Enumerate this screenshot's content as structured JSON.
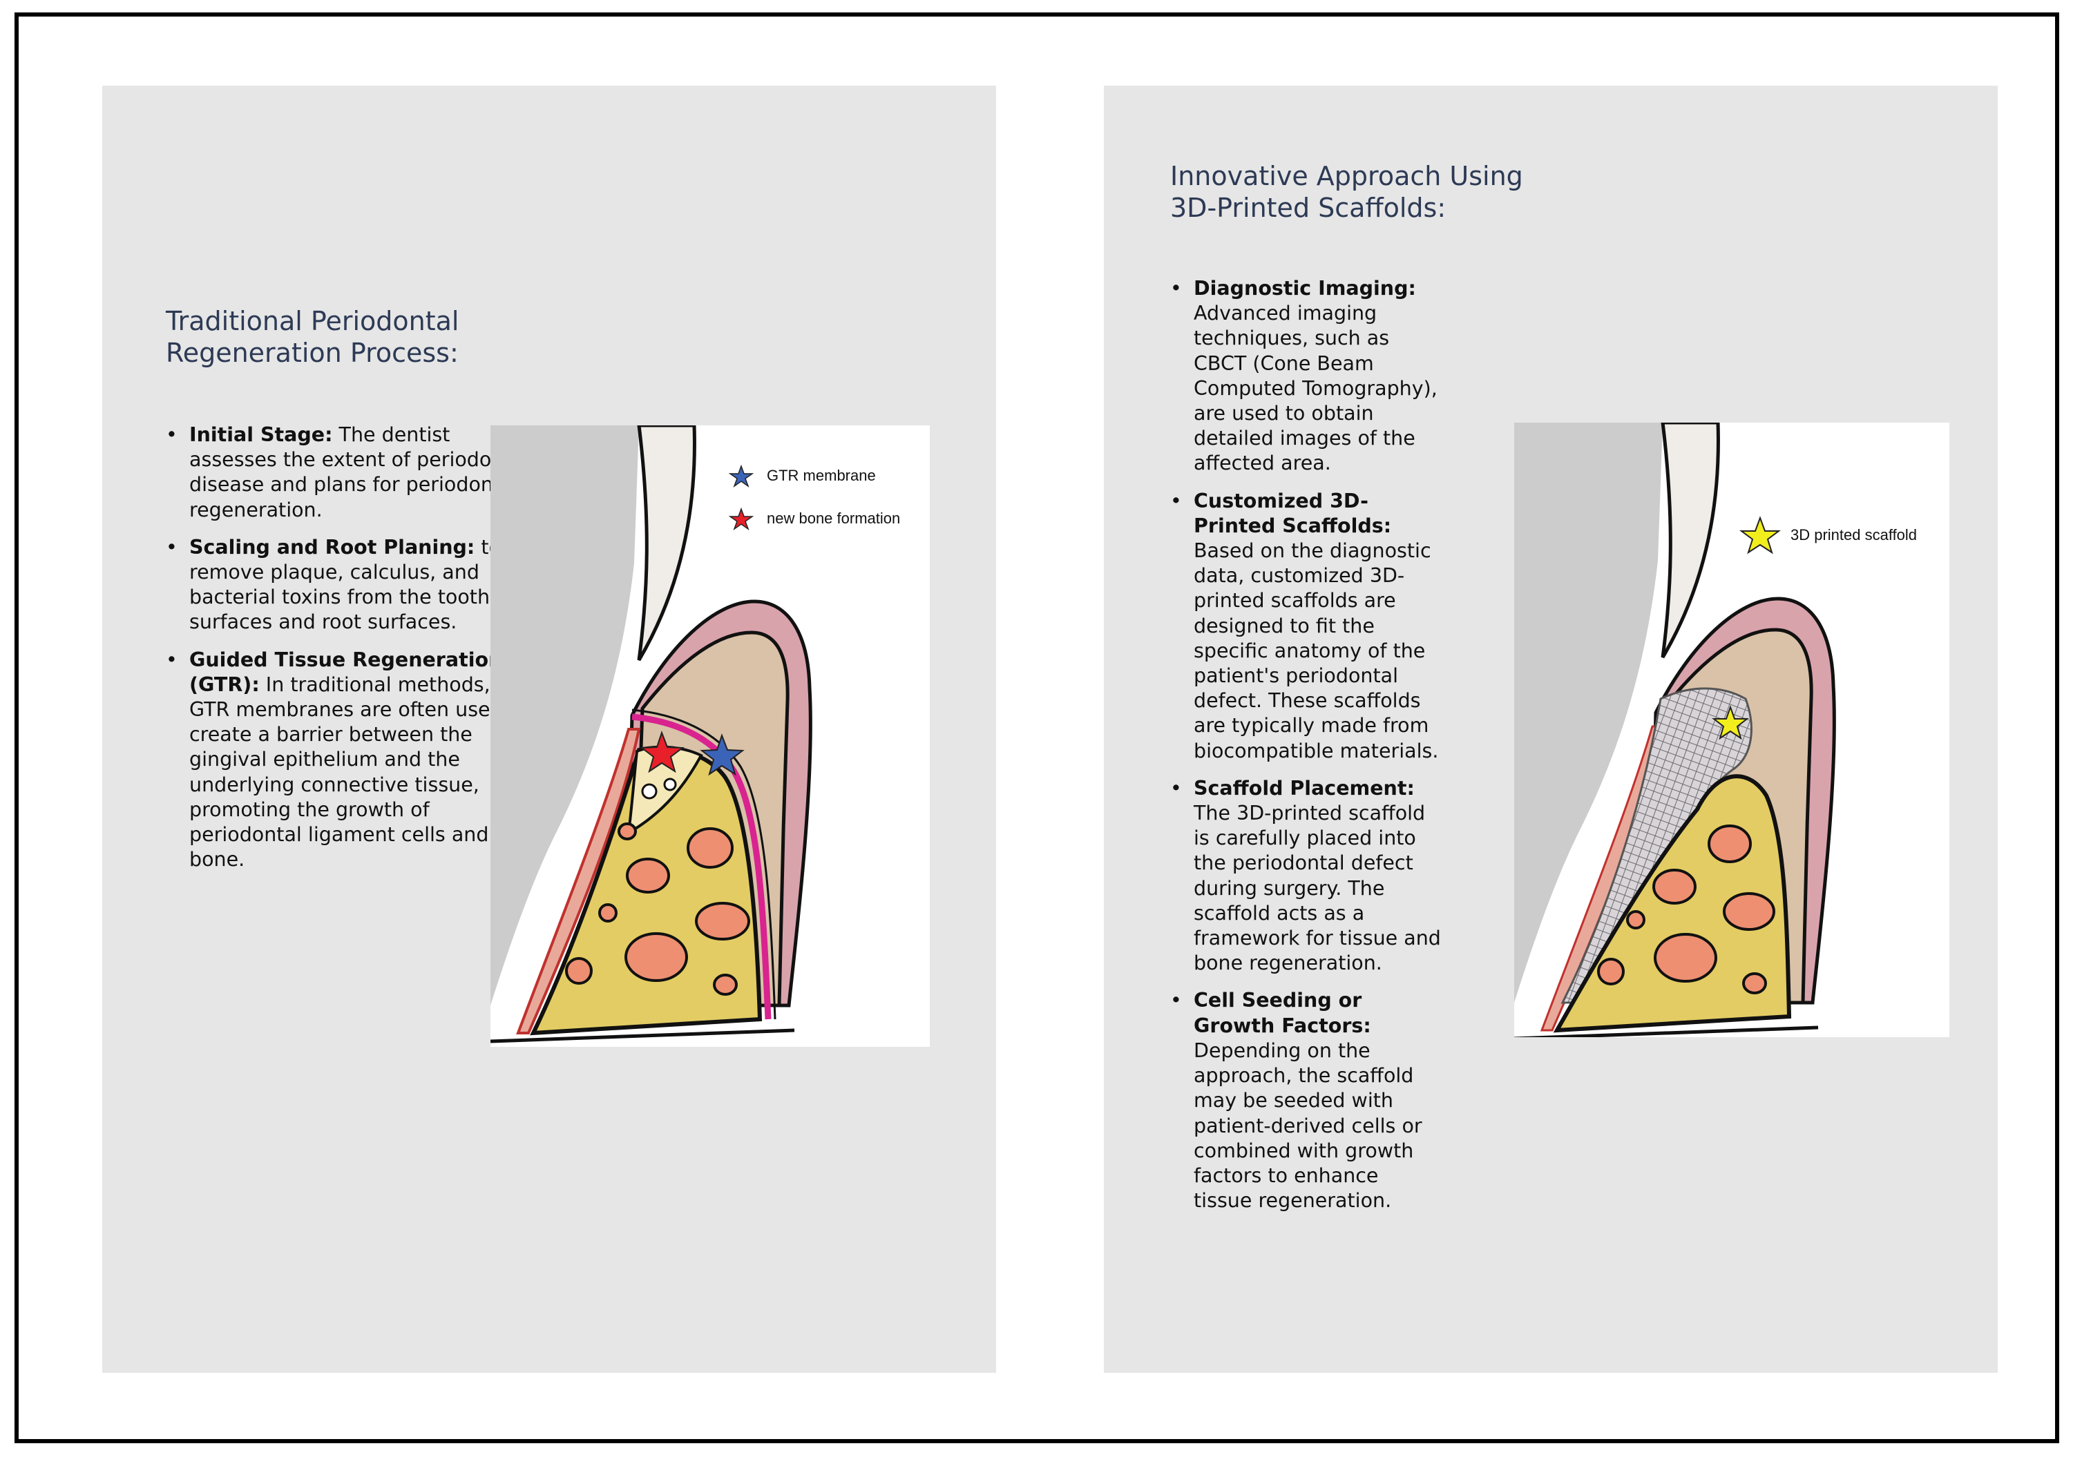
{
  "left": {
    "title_line1": "Traditional Periodontal",
    "title_line2": "Regeneration Process:",
    "bullets": [
      {
        "bold": "Initial Stage:",
        "text": " The dentist assesses the extent of periodontal disease and plans for periodontal regeneration."
      },
      {
        "bold": "Scaling and Root Planing:",
        "text": " to remove plaque, calculus, and bacterial toxins from the tooth surfaces and root surfaces."
      },
      {
        "bold": "Guided Tissue Regeneration (GTR):",
        "text": " In traditional methods, GTR membranes are often used to create a barrier between the gingival epithelium and the underlying connective tissue, promoting the growth of periodontal ligament cells and bone."
      }
    ],
    "legend": [
      {
        "label": "GTR membrane",
        "color": "#3b64b8"
      },
      {
        "label": "new bone formation",
        "color": "#e8202a"
      }
    ]
  },
  "right": {
    "title_line1": "Innovative Approach Using",
    "title_line2": "3D-Printed Scaffolds:",
    "bullets": [
      {
        "bold": "Diagnostic Imaging:",
        "text": " Advanced imaging techniques, such as CBCT (Cone Beam Computed Tomography), are used to obtain detailed images of the affected area."
      },
      {
        "bold": "Customized 3D-Printed Scaffolds:",
        "text": " Based on the diagnostic data, customized 3D-printed scaffolds are designed to fit the specific anatomy of the patient's periodontal defect. These scaffolds are typically made from biocompatible materials."
      },
      {
        "bold": "Scaffold Placement:",
        "text": " The 3D-printed scaffold is carefully placed into the periodontal defect during surgery. The scaffold acts as a framework for tissue and bone regeneration."
      },
      {
        "bold": "Cell Seeding or Growth Factors:",
        "text": " Depending on the approach, the scaffold may be seeded with patient-derived cells or combined with growth factors to enhance tissue regeneration."
      }
    ],
    "legend": [
      {
        "label": "3D printed scaffold",
        "color": "#f2ee1e"
      }
    ]
  },
  "colors": {
    "panel": "#e6e6e6",
    "heading": "#2d3a55",
    "gingiva": "#d9a3ab",
    "connective_tissue": "#d9c2a8",
    "bone": "#e3cc63",
    "marrow": "#ee8f72",
    "new_bone": "#f4e8b8",
    "membrane": "#d9238f",
    "ligament": "#c0312e",
    "tooth_root": "#cccccc",
    "enamel": "#f0ece8"
  }
}
